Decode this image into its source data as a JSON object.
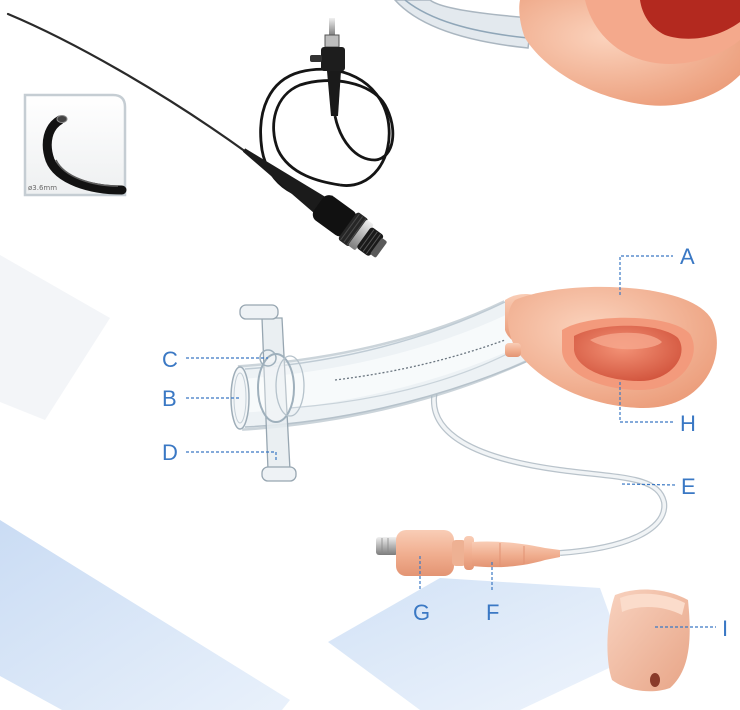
{
  "labels": [
    "A",
    "B",
    "C",
    "D",
    "E",
    "F",
    "G",
    "H",
    "I"
  ],
  "inset": {
    "caption": "ø3.6mm"
  },
  "colors": {
    "label": "#3a78c4",
    "cuff": "#f2b08f",
    "cuff_inner": "#e06a4c",
    "background_accent": "#d6e5f7"
  }
}
